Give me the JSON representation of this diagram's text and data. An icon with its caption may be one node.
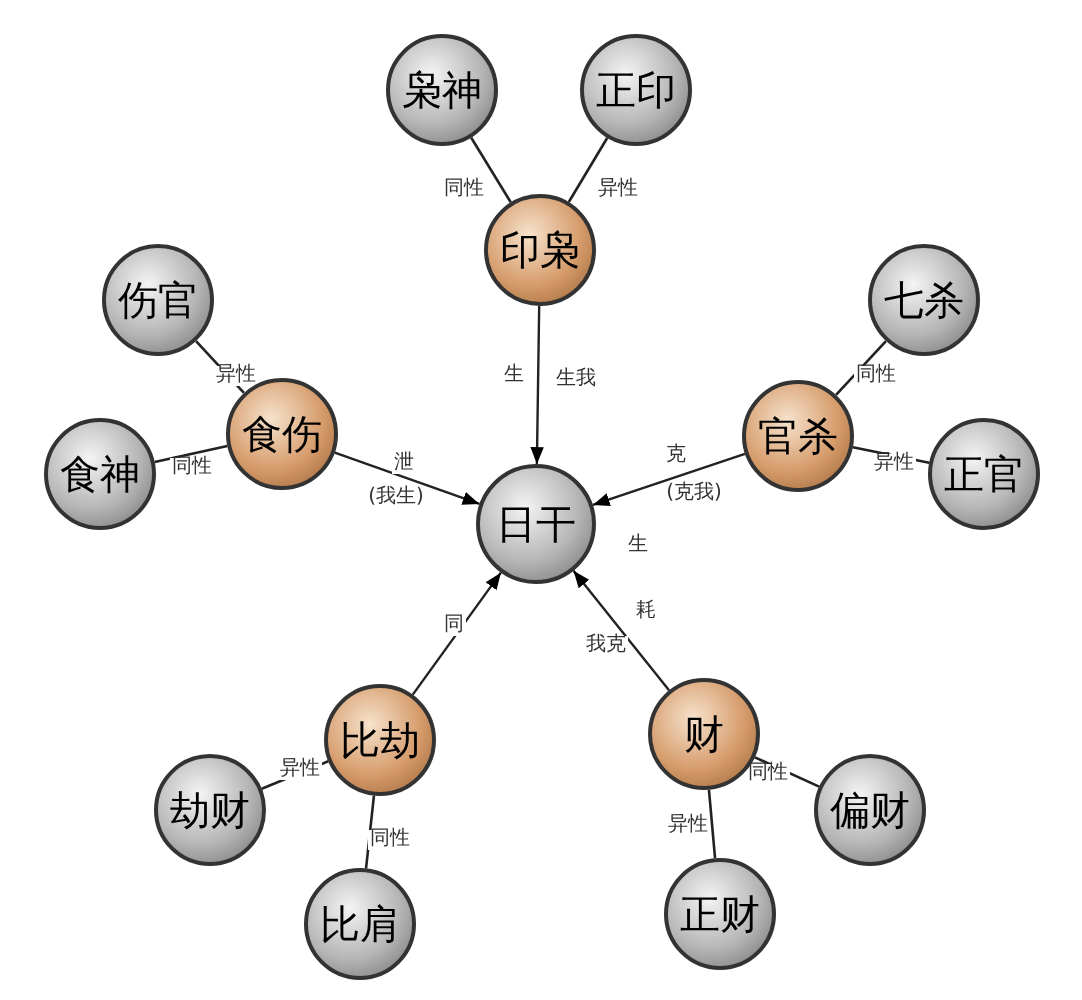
{
  "diagram": {
    "nodes": [
      {
        "text": [
          "日干"
        ]
      },
      {
        "text": [
          "印枭"
        ]
      },
      {
        "text": [
          "枭神"
        ]
      },
      {
        "text": [
          "正印"
        ]
      },
      {
        "text": [
          "食伤"
        ]
      },
      {
        "text": [
          "伤官"
        ]
      },
      {
        "text": [
          "食神"
        ]
      },
      {
        "text": [
          "官杀"
        ]
      },
      {
        "text": [
          "七杀"
        ]
      },
      {
        "text": [
          "正官"
        ]
      },
      {
        "text": [
          "比劫"
        ]
      },
      {
        "text": [
          "劫财"
        ]
      },
      {
        "text": [
          "比肩"
        ]
      },
      {
        "text": [
          "财"
        ]
      },
      {
        "text": [
          "偏财"
        ]
      },
      {
        "text": [
          "正财"
        ]
      }
    ],
    "edges": [
      {
        "from": 1,
        "to": 0,
        "arrow": "to",
        "label": "生"
      },
      {
        "from": 4,
        "to": 0,
        "arrow": "to",
        "label": "泄"
      },
      {
        "from": 7,
        "to": 0,
        "arrow": "to",
        "label": "克"
      },
      {
        "from": 10,
        "to": 0,
        "arrow": "to",
        "label": "同"
      },
      {
        "from": 13,
        "to": 0,
        "arrow": "to",
        "label": "耗"
      },
      {
        "from": 2,
        "to": 1,
        "arrow": "none",
        "label": "同性"
      },
      {
        "from": 3,
        "to": 1,
        "arrow": "none",
        "label": "异性"
      },
      {
        "from": 5,
        "to": 4,
        "arrow": "none",
        "label": "异性"
      },
      {
        "from": 6,
        "to": 4,
        "arrow": "none",
        "label": "同性"
      },
      {
        "from": 8,
        "to": 7,
        "arrow": "none",
        "label": "同性"
      },
      {
        "from": 9,
        "to": 7,
        "arrow": "none",
        "label": "异性"
      },
      {
        "from": 11,
        "to": 10,
        "arrow": "none",
        "label": "异性"
      },
      {
        "from": 12,
        "to": 10,
        "arrow": "none",
        "label": "同性"
      },
      {
        "from": 14,
        "to": 13,
        "arrow": "none",
        "label": "同性"
      },
      {
        "from": 15,
        "to": 13,
        "arrow": "none",
        "label": "异性"
      }
    ],
    "labels": [
      "生我",
      "(我生)",
      "(克我)",
      "我克",
      "生"
    ]
  }
}
